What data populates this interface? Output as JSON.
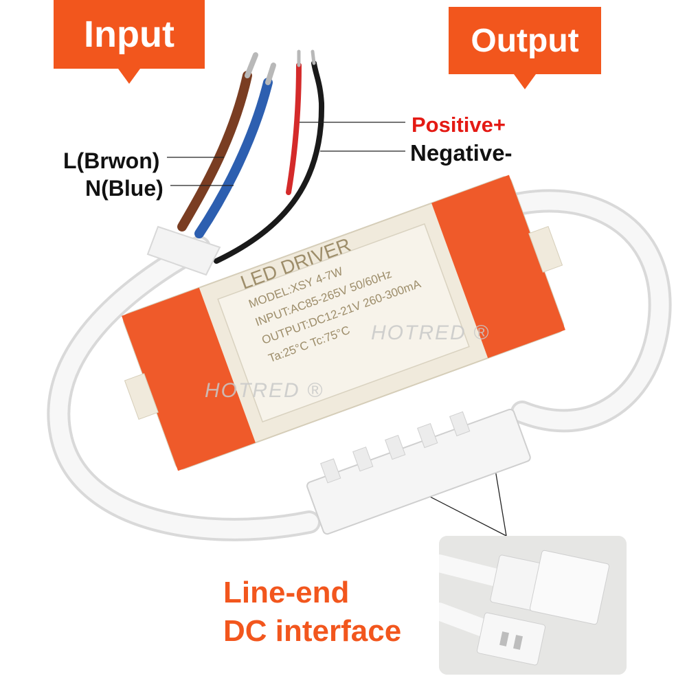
{
  "callouts": {
    "input": "Input",
    "output": "Output"
  },
  "wires": {
    "brown": "L(Brwon)",
    "blue": "N(Blue)",
    "positive": "Positive+",
    "negative": "Negative-"
  },
  "driver_label": {
    "title": "LED DRIVER",
    "model": "MODEL:XSY 4-7W",
    "input": "INPUT:AC85-265V 50/60Hz",
    "output": "OUTPUT:DC12-21V 260-300mA",
    "temps": "Ta:25°C  Tc:75°C"
  },
  "watermarks": [
    "HOTRED ®",
    "HOTRED ®"
  ],
  "interface": {
    "line1": "Line-end",
    "line2": "DC interface"
  },
  "colors": {
    "accent": "#f2561d",
    "positive": "#e41a14",
    "casing": "#f0eadc"
  }
}
